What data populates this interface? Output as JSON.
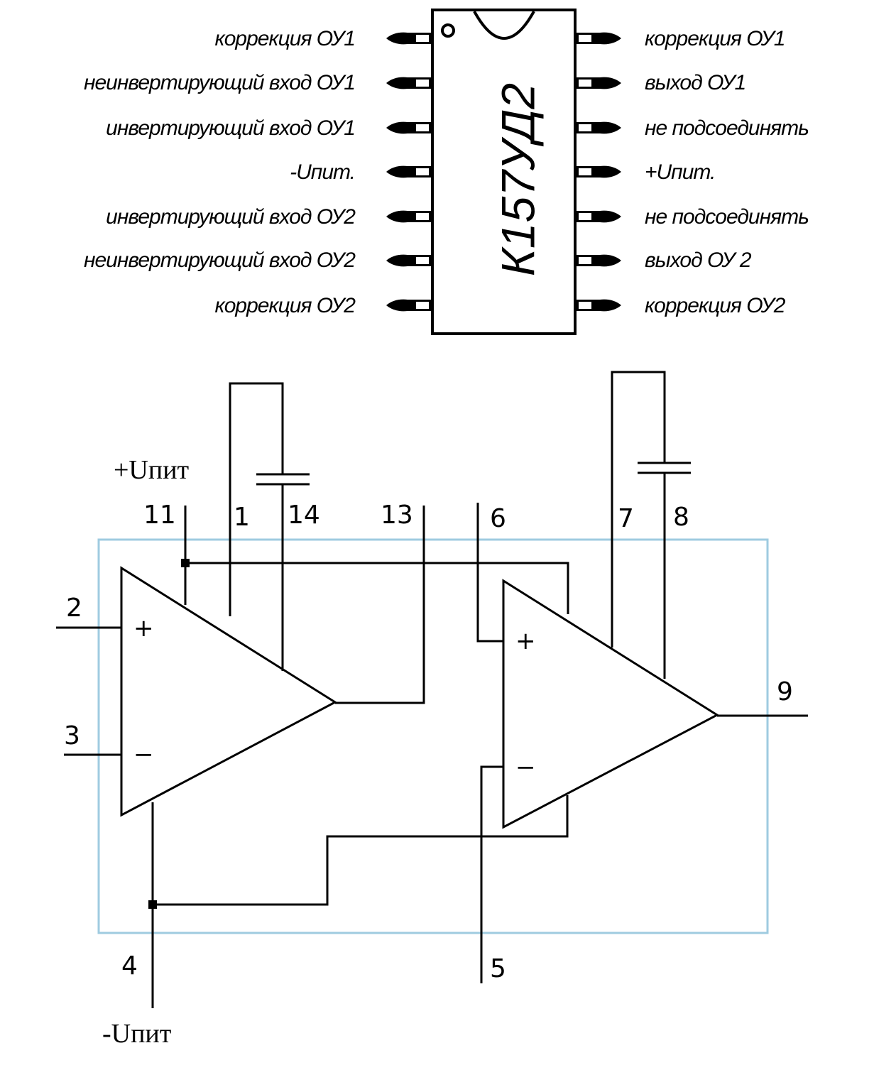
{
  "colors": {
    "ink": "#000000",
    "package_box": "#9fcbe0",
    "background": "#ffffff"
  },
  "chip": {
    "name": "К157УД2",
    "left_pins": [
      {
        "label": "коррекция ОУ1"
      },
      {
        "label": "неинвертирующий вход ОУ1"
      },
      {
        "label": "инвертирующий вход ОУ1"
      },
      {
        "label": "-Uпит."
      },
      {
        "label": "инвертирующий вход ОУ2"
      },
      {
        "label": "неинвертирующий вход ОУ2"
      },
      {
        "label": "коррекция ОУ2"
      }
    ],
    "right_pins": [
      {
        "label": "коррекция ОУ1"
      },
      {
        "label": "выход ОУ1"
      },
      {
        "label": "не подсоединять"
      },
      {
        "label": "+Uпит."
      },
      {
        "label": "не подсоединять"
      },
      {
        "label": "выход ОУ 2"
      },
      {
        "label": "коррекция ОУ2"
      }
    ]
  },
  "schematic": {
    "supply_pos": "+Uпит",
    "supply_neg": "-Uпит",
    "pins": {
      "p1": "1",
      "p2": "2",
      "p3": "3",
      "p4": "4",
      "p5": "5",
      "p6": "6",
      "p7": "7",
      "p8": "8",
      "p9": "9",
      "p11": "11",
      "p13": "13",
      "p14": "14"
    },
    "opamp1": {
      "plus": "+",
      "minus": "−"
    },
    "opamp2": {
      "plus": "+",
      "minus": "−"
    }
  }
}
